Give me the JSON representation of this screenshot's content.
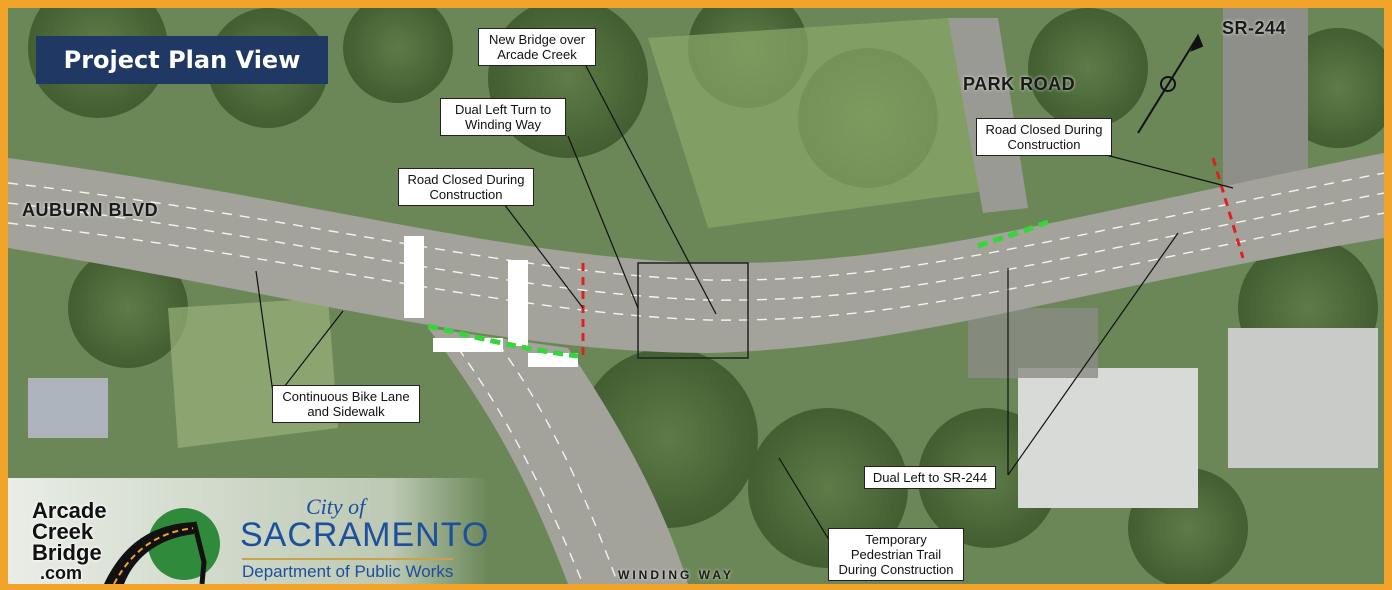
{
  "title": "Project Plan View",
  "roads": {
    "auburn": "AUBURN BLVD",
    "park": "PARK ROAD",
    "sr244": "SR-244",
    "winding": "WINDING WAY"
  },
  "callouts": {
    "new_bridge": [
      "New Bridge over",
      "Arcade Creek"
    ],
    "dual_left_winding": [
      "Dual Left Turn to",
      "Winding Way"
    ],
    "road_closed_left": [
      "Road Closed During",
      "Construction"
    ],
    "road_closed_right": [
      "Road Closed During",
      "Construction"
    ],
    "bike_lane": [
      "Continuous Bike Lane",
      "and Sidewalk"
    ],
    "dual_left_sr244": [
      "Dual Left to SR-244"
    ],
    "ped_trail": [
      "Temporary",
      "Pedestrian Trail",
      "During Construction"
    ]
  },
  "logos": {
    "arcade": [
      "Arcade",
      "Creek",
      "Bridge",
      ".com"
    ],
    "city_of": "City of",
    "sacramento": "SACRAMENTO",
    "department": "Department of Public Works"
  },
  "colors": {
    "frame": "#f2a32a",
    "title_bg": "#1f3864",
    "closure": "#e02020",
    "bike": "#35d63a",
    "city_blue": "#1c4f9c"
  }
}
